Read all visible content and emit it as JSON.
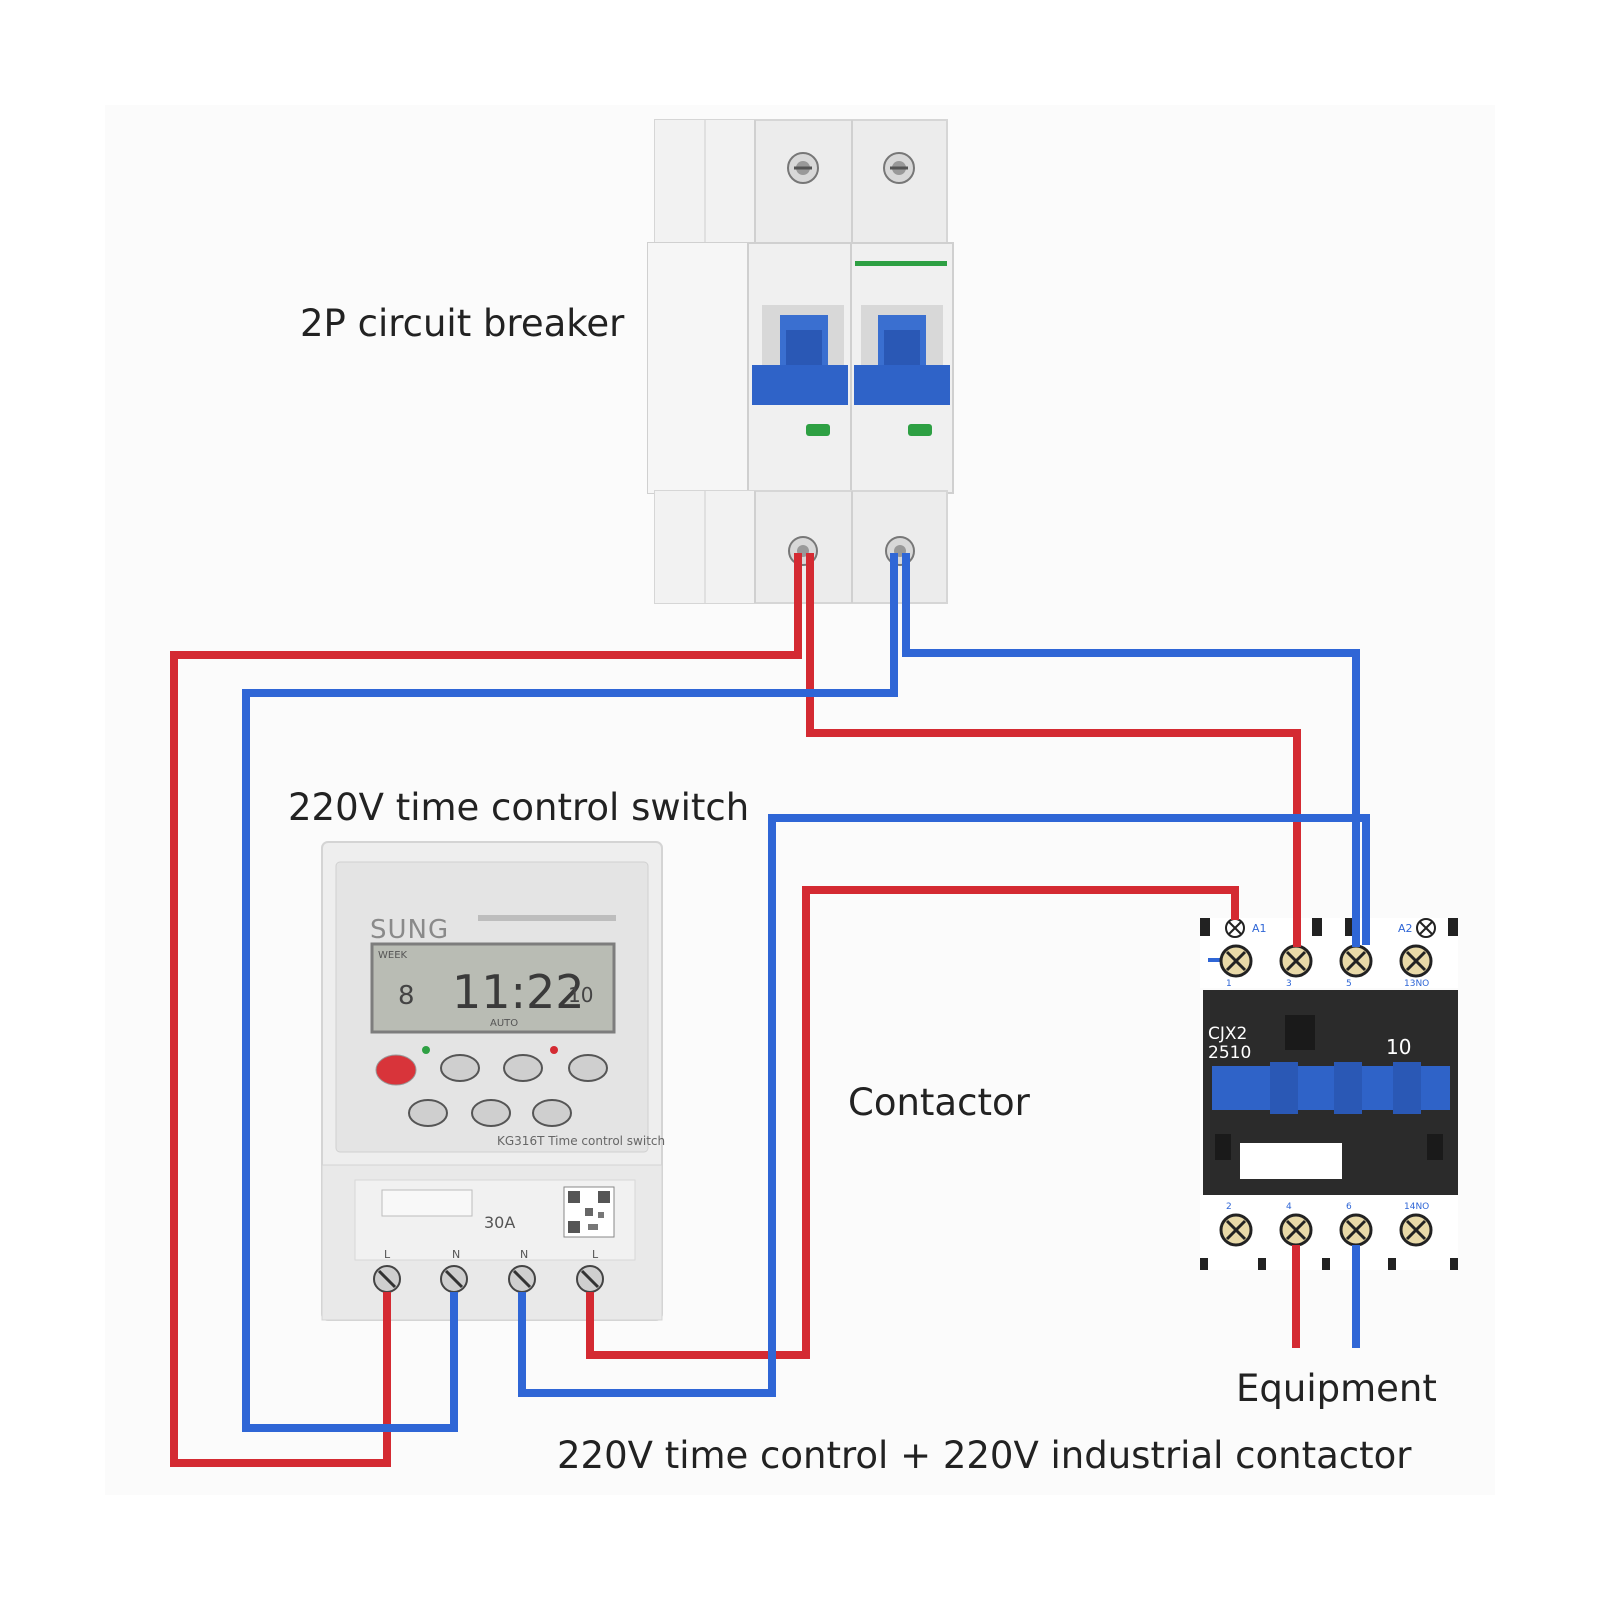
{
  "diagram": {
    "breaker_label": "2P circuit breaker",
    "timer_label": "220V time control switch",
    "contactor_label": "Contactor",
    "equipment_label": "Equipment",
    "footer_caption": "220V time control + 220V industrial contactor"
  },
  "timer_device": {
    "brand": "SUNG",
    "lcd_week": "WEEK",
    "lcd_day": "8",
    "lcd_time": "11:22",
    "lcd_seconds": "10",
    "lcd_mode": "AUTO",
    "current": "30A",
    "terminal_labels": [
      "L",
      "N",
      "N",
      "L"
    ],
    "model_caption": "KG316T Time control switch"
  },
  "contactor_device": {
    "model_line1": "CJX2",
    "model_line2": "2510",
    "rating": "10",
    "coil_a1": "A1",
    "coil_a2": "A2",
    "top_terminals": [
      "1",
      "3",
      "5",
      "13NO"
    ],
    "bottom_terminals": [
      "2",
      "4",
      "6",
      "14NO"
    ]
  },
  "colors": {
    "live_wire": "#d42a32",
    "neutral_wire": "#2f66d6",
    "toggle_blue": "#2f63c8",
    "contactor_body": "#2b2b2b"
  }
}
